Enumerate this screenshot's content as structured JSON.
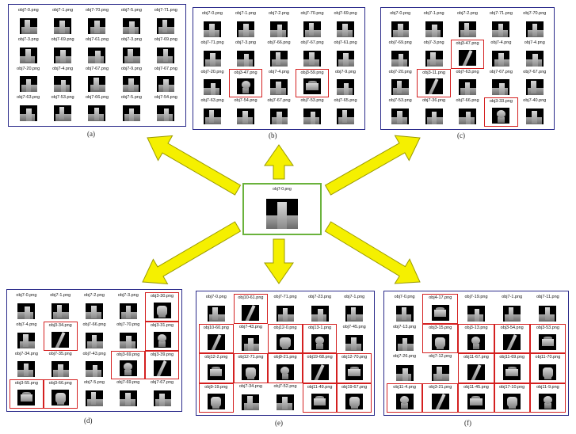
{
  "query": {
    "label": "obj7-0.png"
  },
  "colors": {
    "panel_border": "#2a2a8a",
    "highlight": "#d42020",
    "query_border": "#6ab23c",
    "arrow_fill": "#f5f000",
    "arrow_stroke": "#9a9a00"
  },
  "panels": [
    {
      "id": "a",
      "caption": "(a)",
      "cells": [
        {
          "label": "obj7-0.png",
          "hl": false
        },
        {
          "label": "obj7-1.png",
          "hl": false
        },
        {
          "label": "obj7-70.png",
          "hl": false
        },
        {
          "label": "obj7-5.png",
          "hl": false
        },
        {
          "label": "obj7-71.png",
          "hl": false
        },
        {
          "label": "obj7-3.png",
          "hl": false
        },
        {
          "label": "obj7-69.png",
          "hl": false
        },
        {
          "label": "obj7-61.png",
          "hl": false
        },
        {
          "label": "obj7-3.png",
          "hl": false
        },
        {
          "label": "obj7-69.png",
          "hl": false
        },
        {
          "label": "obj7-20.png",
          "hl": false
        },
        {
          "label": "obj7-4.png",
          "hl": false
        },
        {
          "label": "obj7-67.png",
          "hl": false
        },
        {
          "label": "obj7-9.png",
          "hl": false
        },
        {
          "label": "obj7-67.png",
          "hl": false
        },
        {
          "label": "obj7-63.png",
          "hl": false
        },
        {
          "label": "obj7-53.png",
          "hl": false
        },
        {
          "label": "obj7-66.png",
          "hl": false
        },
        {
          "label": "obj7-5.png",
          "hl": false
        },
        {
          "label": "obj7-54.png",
          "hl": false
        }
      ]
    },
    {
      "id": "b",
      "caption": "(b)",
      "cells": [
        {
          "label": "obj7-0.png",
          "hl": false
        },
        {
          "label": "obj7-1.png",
          "hl": false
        },
        {
          "label": "obj7-2.png",
          "hl": false
        },
        {
          "label": "obj7-70.png",
          "hl": false
        },
        {
          "label": "obj7-69.png",
          "hl": false
        },
        {
          "label": "obj7-71.png",
          "hl": false
        },
        {
          "label": "obj7-3.png",
          "hl": false
        },
        {
          "label": "obj7-66.png",
          "hl": false
        },
        {
          "label": "obj7-67.png",
          "hl": false
        },
        {
          "label": "obj7-61.png",
          "hl": false
        },
        {
          "label": "obj7-20.png",
          "hl": false
        },
        {
          "label": "obj3-47.png",
          "hl": true
        },
        {
          "label": "obj7-4.png",
          "hl": false
        },
        {
          "label": "obj3-59.png",
          "hl": true
        },
        {
          "label": "obj7-9.png",
          "hl": false
        },
        {
          "label": "obj7-63.png",
          "hl": false
        },
        {
          "label": "obj7-54.png",
          "hl": false
        },
        {
          "label": "obj7-67.png",
          "hl": false
        },
        {
          "label": "obj7-53.png",
          "hl": false
        },
        {
          "label": "obj7-65.png",
          "hl": false
        }
      ]
    },
    {
      "id": "c",
      "caption": "(c)",
      "cells": [
        {
          "label": "obj7-0.png",
          "hl": false
        },
        {
          "label": "obj7-1.png",
          "hl": false
        },
        {
          "label": "obj7-2.png",
          "hl": false
        },
        {
          "label": "obj7-71.png",
          "hl": false
        },
        {
          "label": "obj7-70.png",
          "hl": false
        },
        {
          "label": "obj7-69.png",
          "hl": false
        },
        {
          "label": "obj7-3.png",
          "hl": false
        },
        {
          "label": "obj3-47.png",
          "hl": true
        },
        {
          "label": "obj7-4.png",
          "hl": false
        },
        {
          "label": "obj7-4.png",
          "hl": false
        },
        {
          "label": "obj7-20.png",
          "hl": false
        },
        {
          "label": "obj3-11.png",
          "hl": true
        },
        {
          "label": "obj7-63.png",
          "hl": false
        },
        {
          "label": "obj7-67.png",
          "hl": false
        },
        {
          "label": "obj7-67.png",
          "hl": false
        },
        {
          "label": "obj7-53.png",
          "hl": false
        },
        {
          "label": "obj7-36.png",
          "hl": false
        },
        {
          "label": "obj7-66.png",
          "hl": false
        },
        {
          "label": "obj3-33.png",
          "hl": true
        },
        {
          "label": "obj7-40.png",
          "hl": false
        }
      ]
    },
    {
      "id": "d",
      "caption": "(d)",
      "cells": [
        {
          "label": "obj7-0.png",
          "hl": false
        },
        {
          "label": "obj7-1.png",
          "hl": false
        },
        {
          "label": "obj7-2.png",
          "hl": false
        },
        {
          "label": "obj7-3.png",
          "hl": false
        },
        {
          "label": "obj3-30.png",
          "hl": true
        },
        {
          "label": "obj7-4.png",
          "hl": false
        },
        {
          "label": "obj3-34.png",
          "hl": true
        },
        {
          "label": "obj7-66.png",
          "hl": false
        },
        {
          "label": "obj7-70.png",
          "hl": false
        },
        {
          "label": "obj3-31.png",
          "hl": true
        },
        {
          "label": "obj7-34.png",
          "hl": false
        },
        {
          "label": "obj7-35.png",
          "hl": false
        },
        {
          "label": "obj7-43.png",
          "hl": false
        },
        {
          "label": "obj3-69.png",
          "hl": true
        },
        {
          "label": "obj3-39.png",
          "hl": true
        },
        {
          "label": "obj3-55.png",
          "hl": true
        },
        {
          "label": "obj3-66.png",
          "hl": true
        },
        {
          "label": "obj7-5.png",
          "hl": false
        },
        {
          "label": "obj7-69.png",
          "hl": false
        },
        {
          "label": "obj7-67.png",
          "hl": false
        }
      ]
    },
    {
      "id": "e",
      "caption": "(e)",
      "cells": [
        {
          "label": "obj7-0.png",
          "hl": false
        },
        {
          "label": "obj10-61.png",
          "hl": true
        },
        {
          "label": "obj7-71.png",
          "hl": false
        },
        {
          "label": "obj7-23.png",
          "hl": false
        },
        {
          "label": "obj7-1.png",
          "hl": false
        },
        {
          "label": "obj10-60.png",
          "hl": true
        },
        {
          "label": "obj7-43.png",
          "hl": false
        },
        {
          "label": "obj12-0.png",
          "hl": true
        },
        {
          "label": "obj13-1.png",
          "hl": true
        },
        {
          "label": "obj7-45.png",
          "hl": false
        },
        {
          "label": "obj12-2.png",
          "hl": true
        },
        {
          "label": "obj12-71.png",
          "hl": true
        },
        {
          "label": "obj9-21.png",
          "hl": true
        },
        {
          "label": "obj19-68.png",
          "hl": true
        },
        {
          "label": "obj12-70.png",
          "hl": true
        },
        {
          "label": "obj9-19.png",
          "hl": true
        },
        {
          "label": "obj7-34.png",
          "hl": false
        },
        {
          "label": "obj7-52.png",
          "hl": false
        },
        {
          "label": "obj11-49.png",
          "hl": true
        },
        {
          "label": "obj19-67.png",
          "hl": true
        }
      ]
    },
    {
      "id": "f",
      "caption": "(f)",
      "cells": [
        {
          "label": "obj7-0.png",
          "hl": false
        },
        {
          "label": "obj4-17.png",
          "hl": true
        },
        {
          "label": "obj7-19.png",
          "hl": false
        },
        {
          "label": "obj7-1.png",
          "hl": false
        },
        {
          "label": "obj7-11.png",
          "hl": false
        },
        {
          "label": "obj7-13.png",
          "hl": false
        },
        {
          "label": "obj3-15.png",
          "hl": true
        },
        {
          "label": "obj3-13.png",
          "hl": true
        },
        {
          "label": "obj3-54.png",
          "hl": true
        },
        {
          "label": "obj3-53.png",
          "hl": true
        },
        {
          "label": "obj7-26.png",
          "hl": false
        },
        {
          "label": "obj7-12.png",
          "hl": false
        },
        {
          "label": "obj11-67.png",
          "hl": true
        },
        {
          "label": "obj11-69.png",
          "hl": true
        },
        {
          "label": "obj11-70.png",
          "hl": true
        },
        {
          "label": "obj11-4.png",
          "hl": true
        },
        {
          "label": "obj3-21.png",
          "hl": true
        },
        {
          "label": "obj11-45.png",
          "hl": true
        },
        {
          "label": "obj17-10.png",
          "hl": true
        },
        {
          "label": "obj11-9.png",
          "hl": true
        }
      ]
    }
  ]
}
